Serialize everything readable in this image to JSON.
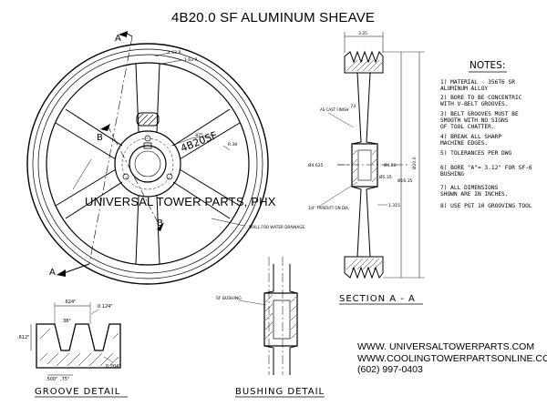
{
  "title": "4B20.0 SF  ALUMINUM SHEAVE",
  "watermark": "UNIVERSAL TOWER PARTS, PHX",
  "front_view": {
    "hub_marking": "4B20SF",
    "section_mark": "A",
    "bushing_mark": "B",
    "drill_note": "DRILL FOR WATER DRAINAGE",
    "dim_top_1": "1.63 R",
    "dim_top_2": "1.63 R",
    "dim_875": ".875",
    "dim_r_right": "R.38"
  },
  "section_view": {
    "label": "SECTION A - A",
    "dim_top": "3.25",
    "dim_hub_top": ".73",
    "cast_finish": "AS CAST FINISH",
    "dia_left": "Ø4.625",
    "dia_center": "Ø4.88",
    "dia_bore": "Ø5.35",
    "dia_total": "Ø20.0",
    "dia_bushing": "Ø16.35",
    "taper_note": "3/4\" TAPER/FT ON DIA.",
    "dim_bottom": "1.315"
  },
  "notes": {
    "heading": "NOTES:",
    "items": [
      "1) MATERIAL - 356T6 SR",
      "   ALUMINUM ALLOY",
      "2) BORE TO BE CONCENTRIC",
      "   WITH V-BELT GROOVES.",
      "3) BELT GROOVES MUST BE",
      "   SMOOTH WITH NO SIGNS",
      "   OF TOOL CHATTER.",
      "4) BREAK ALL SHARP",
      "   MACHINE EDGES.",
      "5) TOLERANCES PER DWG",
      "6) BORE \"A\"= 3.12\" FOR SF-6",
      "   BUSHING",
      "7) ALL DIMENSIONS",
      "   SHOWN ARE IN INCHES.",
      "8) USE PGT 10 GROOVING TOOL"
    ]
  },
  "groove_detail": {
    "label": "GROOVE DETAIL",
    "dim_width": ".624\"",
    "dim_right": "0.124\"",
    "dim_angle": "38°",
    "dim_depth": ".612\"",
    "dim_pitch_1": ".500\"",
    "dim_pitch_2": ".75\"",
    "dim_radius": "0.204\""
  },
  "bushing_detail": {
    "label": "BUSHING DETAIL",
    "callout": "SF BUSHING"
  },
  "contact": {
    "line1": "WWW. UNIVERSALTOWERPARTS.COM",
    "line2": "WWW.COOLINGTOWERPARTSONLINE.COM",
    "line3": "(602) 997-0403"
  }
}
